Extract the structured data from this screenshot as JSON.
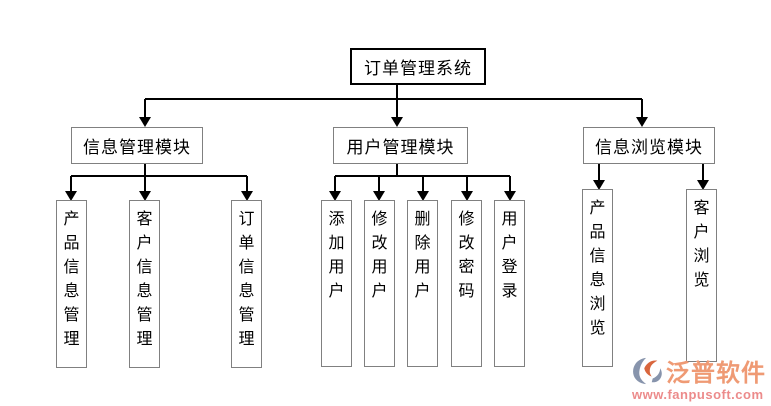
{
  "diagram": {
    "title": "订单管理系统",
    "root": {
      "label": "订单管理系统"
    },
    "groups": [
      {
        "module": {
          "label": "信息管理模块"
        },
        "children": [
          {
            "label": "产品信息管理"
          },
          {
            "label": "客户信息管理"
          },
          {
            "label": "订单信息管理"
          }
        ]
      },
      {
        "module": {
          "label": "用户管理模块"
        },
        "children": [
          {
            "label": "添加用户"
          },
          {
            "label": "修改用户"
          },
          {
            "label": "删除用户"
          },
          {
            "label": "修改密码"
          },
          {
            "label": "用户登录"
          }
        ]
      },
      {
        "module": {
          "label": "信息浏览模块"
        },
        "children": [
          {
            "label": "产品信息浏览"
          },
          {
            "label": "客户浏览"
          }
        ]
      }
    ]
  },
  "watermark": {
    "brand": "泛普软件",
    "url": "www.fanpusoft.com",
    "logo_icon": "fanpu-swoosh-icon"
  },
  "colors": {
    "background": "#ffffff",
    "connector": "#000000",
    "box_border": "#808080",
    "root_border": "#000000",
    "watermark_brand": "#ef9a74",
    "watermark_url": "#ec8b8b",
    "logo_blue": "#8794ac",
    "logo_orange": "#d9663d"
  }
}
